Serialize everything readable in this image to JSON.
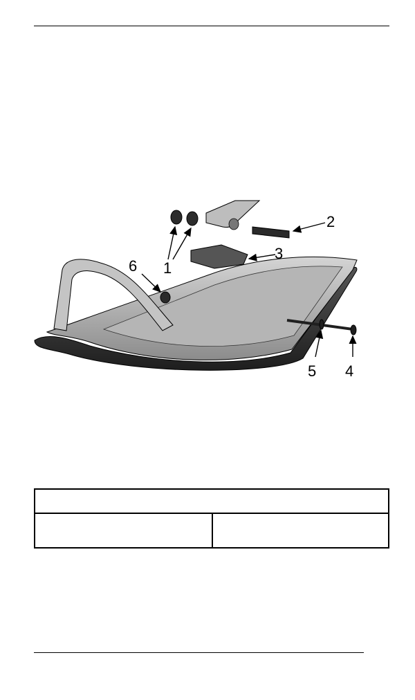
{
  "figure": {
    "callouts": [
      "1",
      "2",
      "3",
      "4",
      "5",
      "6"
    ]
  },
  "spec_table": {
    "header": "",
    "left": "",
    "right": ""
  },
  "colors": {
    "ink": "#000000",
    "part_light": "#c9c9c9",
    "part_mid": "#9a9a9a",
    "part_dark": "#3a3a3a"
  }
}
